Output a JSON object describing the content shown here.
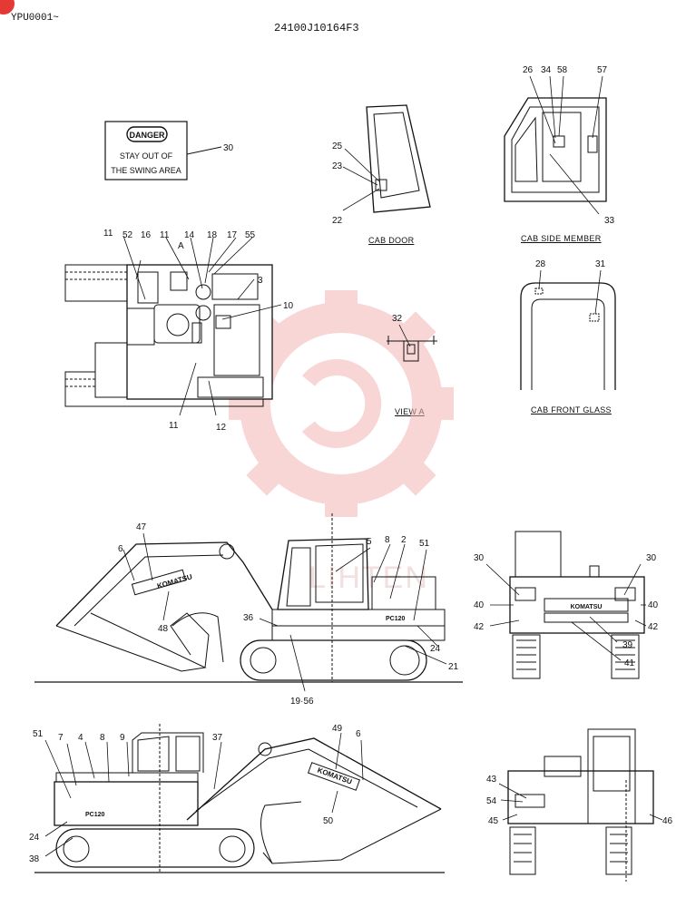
{
  "header": {
    "serial": "YPU0001~",
    "part_number": "24100J10164F3"
  },
  "danger_plate": {
    "heading": "DANGER",
    "line1": "STAY OUT OF",
    "line2": "THE SWING AREA"
  },
  "captions": {
    "cab_door": "CAB DOOR",
    "cab_side_member": "CAB SIDE MEMBER",
    "view_a": "VIEW A",
    "cab_front_glass": "CAB FRONT GLASS"
  },
  "brand_decal": "KOMATSU",
  "model_decal": "PC120",
  "watermark": "LIHTEN",
  "colors": {
    "watermark": "#f4b6b6",
    "ink": "#111111",
    "corner": "#e53935"
  },
  "callouts": {
    "top_view": [
      "30",
      "11",
      "52",
      "16",
      "11",
      "A",
      "14",
      "18",
      "17",
      "55",
      "3",
      "10",
      "11",
      "12"
    ],
    "cab_door": [
      "25",
      "23",
      "22"
    ],
    "cab_side_member": [
      "26",
      "34",
      "58",
      "57",
      "33"
    ],
    "view_a": [
      "32"
    ],
    "cab_front_glass": [
      "28",
      "31"
    ],
    "side_right": [
      "47",
      "6",
      "48",
      "5",
      "8",
      "2",
      "51",
      "36",
      "24",
      "21",
      "19·56"
    ],
    "rear": [
      "30",
      "30",
      "40",
      "40",
      "42",
      "42",
      "39",
      "41"
    ],
    "side_left": [
      "51",
      "7",
      "4",
      "8",
      "9",
      "37",
      "49",
      "6",
      "24",
      "38",
      "50"
    ],
    "front": [
      "43",
      "54",
      "45",
      "46"
    ]
  }
}
